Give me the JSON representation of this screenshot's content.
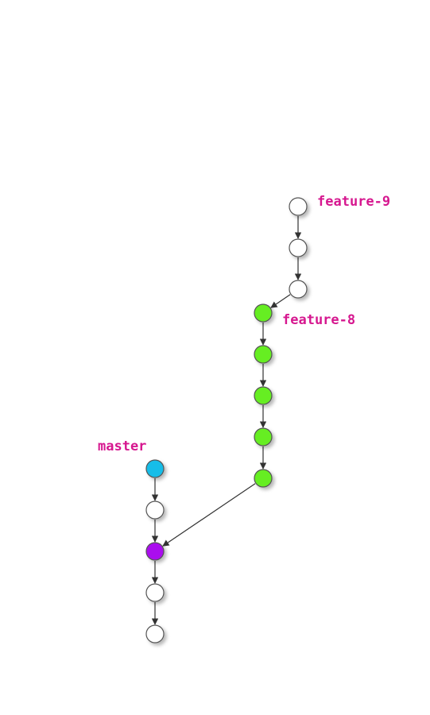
{
  "colors": {
    "label": "#d6178f",
    "edge": "#333333",
    "node_stroke": "#555555",
    "default_fill": "#ffffff",
    "feature8_fill": "#66ee22",
    "master_fill": "#17bde8",
    "merge_base_fill": "#aa11ee"
  },
  "branches": {
    "feature9": "feature-9",
    "feature8": "feature-8",
    "master": "master"
  },
  "commits": [
    {
      "id": "f9-1",
      "fill": "default_fill",
      "icon": "commit-node"
    },
    {
      "id": "f9-2",
      "fill": "default_fill",
      "icon": "commit-node"
    },
    {
      "id": "f9-3",
      "fill": "default_fill",
      "icon": "commit-node"
    },
    {
      "id": "f8-1",
      "fill": "feature8_fill",
      "icon": "commit-node"
    },
    {
      "id": "f8-2",
      "fill": "feature8_fill",
      "icon": "commit-node"
    },
    {
      "id": "f8-3",
      "fill": "feature8_fill",
      "icon": "commit-node"
    },
    {
      "id": "f8-4",
      "fill": "feature8_fill",
      "icon": "commit-node"
    },
    {
      "id": "f8-5",
      "fill": "feature8_fill",
      "icon": "commit-node"
    },
    {
      "id": "m-1",
      "fill": "master_fill",
      "icon": "commit-node"
    },
    {
      "id": "m-2",
      "fill": "default_fill",
      "icon": "commit-node"
    },
    {
      "id": "m-3",
      "fill": "merge_base_fill",
      "icon": "commit-node"
    },
    {
      "id": "m-4",
      "fill": "default_fill",
      "icon": "commit-node"
    },
    {
      "id": "m-5",
      "fill": "default_fill",
      "icon": "commit-node"
    }
  ],
  "edges": [
    {
      "from": "f9-1",
      "to": "f9-2"
    },
    {
      "from": "f9-2",
      "to": "f9-3"
    },
    {
      "from": "f9-3",
      "to": "f8-1"
    },
    {
      "from": "f8-1",
      "to": "f8-2"
    },
    {
      "from": "f8-2",
      "to": "f8-3"
    },
    {
      "from": "f8-3",
      "to": "f8-4"
    },
    {
      "from": "f8-4",
      "to": "f8-5"
    },
    {
      "from": "f8-5",
      "to": "m-3"
    },
    {
      "from": "m-1",
      "to": "m-2"
    },
    {
      "from": "m-2",
      "to": "m-3"
    },
    {
      "from": "m-3",
      "to": "m-4"
    },
    {
      "from": "m-4",
      "to": "m-5"
    }
  ]
}
